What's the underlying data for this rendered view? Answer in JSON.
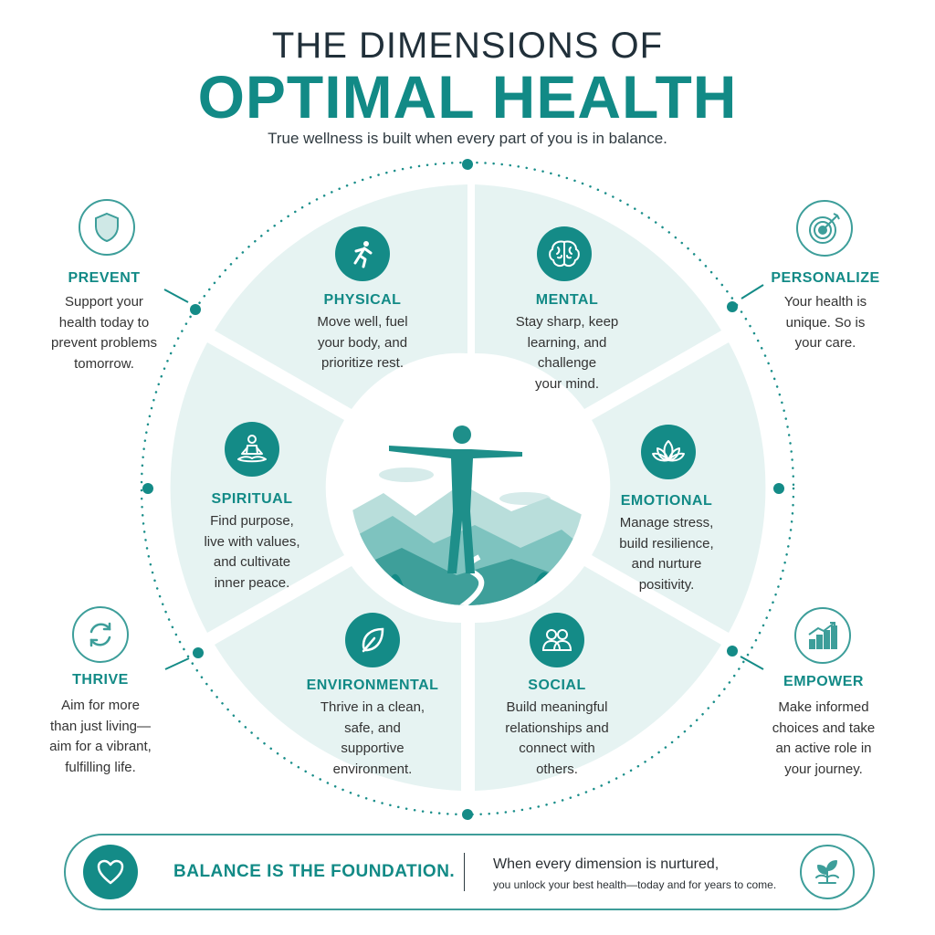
{
  "header": {
    "title_line1": "THE DIMENSIONS OF",
    "title_line2": "OPTIMAL HEALTH",
    "subtitle": "True wellness is built when every part of you is in balance."
  },
  "dimensions": [
    {
      "id": "physical",
      "label": "PHYSICAL",
      "lines": [
        "Move well, fuel",
        "your body, and",
        "prioritize rest."
      ],
      "icon": "running-person-icon"
    },
    {
      "id": "mental",
      "label": "MENTAL",
      "lines": [
        "Stay sharp, keep",
        "learning, and",
        "challenge",
        "your mind."
      ],
      "icon": "brain-icon"
    },
    {
      "id": "emotional",
      "label": "EMOTIONAL",
      "lines": [
        "Manage stress,",
        "build resilience,",
        "and nurture",
        "positivity."
      ],
      "icon": "lotus-icon"
    },
    {
      "id": "social",
      "label": "SOCIAL",
      "lines": [
        "Build meaningful",
        "relationships and",
        "connect with",
        "others."
      ],
      "icon": "people-icon"
    },
    {
      "id": "environmental",
      "label": "ENVIRONMENTAL",
      "lines": [
        "Thrive in a clean,",
        "safe, and",
        "supportive",
        "environment."
      ],
      "icon": "leaf-icon"
    },
    {
      "id": "spiritual",
      "label": "SPIRITUAL",
      "lines": [
        "Find purpose,",
        "live with values,",
        "and cultivate",
        "inner peace."
      ],
      "icon": "meditation-icon"
    }
  ],
  "sides": [
    {
      "id": "prevent",
      "title": "PREVENT",
      "lines": [
        "Support your",
        "health today to",
        "prevent problems",
        "tomorrow."
      ],
      "icon": "shield-icon"
    },
    {
      "id": "personalize",
      "title": "PERSONALIZE",
      "lines": [
        "Your health is",
        "unique. So is",
        "your care."
      ],
      "icon": "target-icon"
    },
    {
      "id": "thrive",
      "title": "THRIVE",
      "lines": [
        "Aim for more",
        "than just living—",
        "aim for a vibrant,",
        "fulfilling life."
      ],
      "icon": "cycle-arrows-icon"
    },
    {
      "id": "empower",
      "title": "EMPOWER",
      "lines": [
        "Make informed",
        "choices and take",
        "an active role in",
        "your journey."
      ],
      "icon": "growth-chart-icon"
    }
  ],
  "banner": {
    "heading": "BALANCE IS THE FOUNDATION.",
    "line1": "When every dimension is nurtured,",
    "line2": "you unlock your best health—today and for years to come.",
    "left_icon": "heart-icon",
    "right_icon": "sprout-icon"
  },
  "colors": {
    "accent": "#128a86",
    "segment_fill": "#e6f3f2",
    "dark_text": "#21303a"
  }
}
